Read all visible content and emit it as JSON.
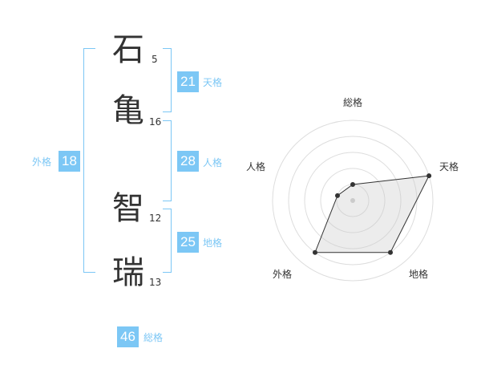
{
  "name": {
    "chars": [
      {
        "char": "石",
        "strokes": "5"
      },
      {
        "char": "亀",
        "strokes": "16"
      },
      {
        "char": "智",
        "strokes": "12"
      },
      {
        "char": "瑞",
        "strokes": "13"
      }
    ]
  },
  "fortune": {
    "tenkaku": {
      "value": "21",
      "label": "天格"
    },
    "jinkaku": {
      "value": "28",
      "label": "人格"
    },
    "chikaku": {
      "value": "25",
      "label": "地格"
    },
    "gaikaku": {
      "value": "18",
      "label": "外格"
    },
    "soukaku": {
      "value": "46",
      "label": "総格"
    }
  },
  "accent_color": "#7cc7f5",
  "chart_data": {
    "type": "radar",
    "axes": [
      "総格",
      "天格",
      "地格",
      "外格",
      "人格"
    ],
    "values": [
      1,
      5,
      4,
      4,
      1
    ],
    "rmax": 5,
    "rings": 5
  }
}
